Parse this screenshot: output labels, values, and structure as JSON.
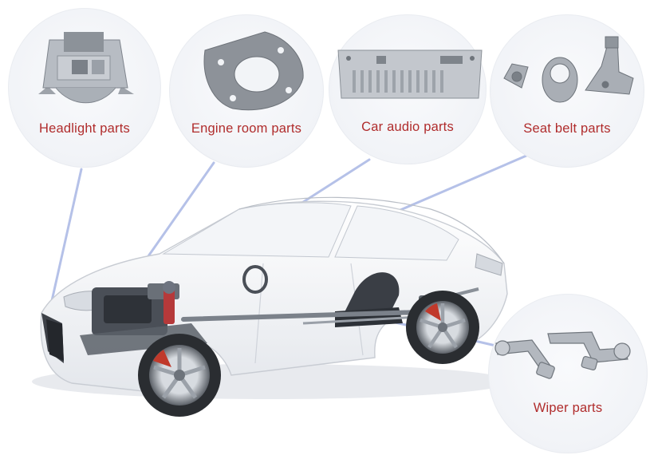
{
  "colors": {
    "label": "#b02c2c",
    "bubble": "#f1f3f7",
    "leader_line": "#aebbe6",
    "car_body": "#ffffff",
    "brake_caliper": "#c0392b"
  },
  "callouts": [
    {
      "id": "headlight",
      "label": "Headlight parts",
      "icon": "headlight-housing-icon"
    },
    {
      "id": "engine",
      "label": "Engine room parts",
      "icon": "engine-plate-icon"
    },
    {
      "id": "audio",
      "label": "Car audio parts",
      "icon": "audio-chassis-icon"
    },
    {
      "id": "seatbelt",
      "label": "Seat belt parts",
      "icon": "seatbelt-components-icon"
    },
    {
      "id": "wiper",
      "label": "Wiper parts",
      "icon": "wiper-arm-icon"
    }
  ]
}
